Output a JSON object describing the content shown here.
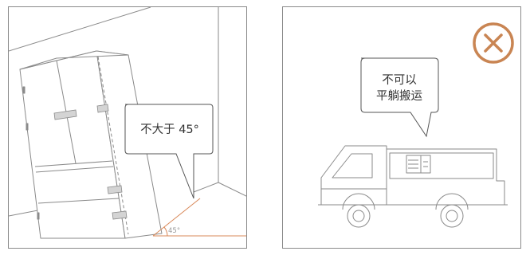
{
  "left_panel": {
    "tilt_label": "不大于 45°",
    "angle_label": "45°",
    "colors": {
      "line": "#8a8a8a",
      "tape": "#d4d4d4",
      "accent": "#d9895a"
    }
  },
  "right_panel": {
    "bubble_line1": "不可以",
    "bubble_line2": "平躺搬运",
    "prohibited_icon": "circle-x-icon",
    "colors": {
      "line": "#8a8a8a",
      "accent": "#c98553"
    }
  }
}
